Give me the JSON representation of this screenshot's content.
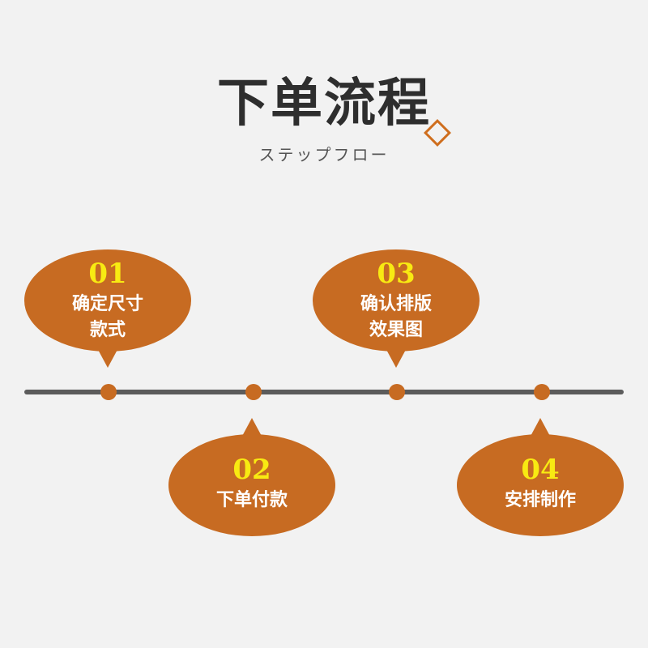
{
  "header": {
    "title": "下单流程",
    "subtitle": "ステップフロー"
  },
  "steps": [
    {
      "number": "01",
      "line1": "确定尺寸",
      "line2": "款式"
    },
    {
      "number": "02",
      "line1": "下单付款",
      "line2": ""
    },
    {
      "number": "03",
      "line1": "确认排版",
      "line2": "效果图"
    },
    {
      "number": "04",
      "line1": "安排制作",
      "line2": ""
    }
  ],
  "colors": {
    "accent": "#c76b22",
    "number": "#f8ea12",
    "line": "#5c5c5c",
    "title": "#2e2e2e",
    "background": "#f2f2f2"
  }
}
